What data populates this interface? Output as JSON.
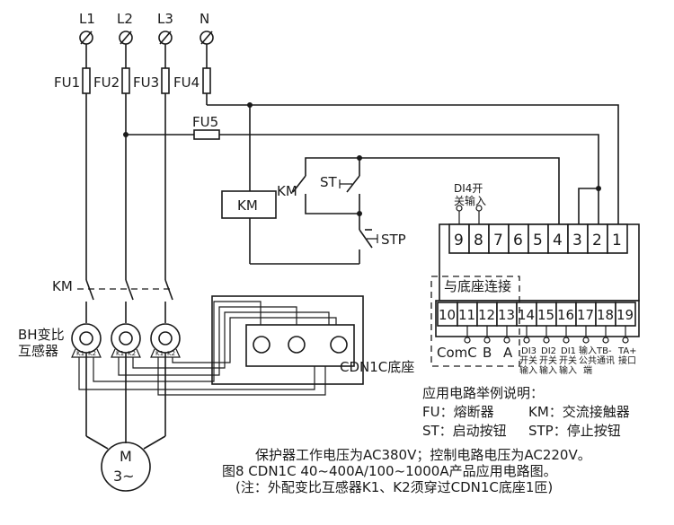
{
  "phases": [
    "L1",
    "L2",
    "L3",
    "N"
  ],
  "fuses": [
    "FU1",
    "FU2",
    "FU3",
    "FU4",
    "FU5"
  ],
  "contactor_box": "KM",
  "contactor_contact": "KM",
  "main_contact": "KM",
  "start_button": "ST",
  "stop_button": "STP",
  "ct_label": [
    "BH变比",
    "互感器"
  ],
  "ct_terminals": [
    "K1",
    "K2"
  ],
  "motor": {
    "letter": "M",
    "phase": "3~"
  },
  "base_label": "CDN1C底座",
  "di4_label": [
    "DI4开",
    "关输入"
  ],
  "top_terminals": [
    "9",
    "8",
    "7",
    "6",
    "5",
    "4",
    "3",
    "2",
    "1"
  ],
  "connect_label": "与底座连接",
  "bottom_terminals": [
    "10",
    "11",
    "12",
    "13",
    "14",
    "15",
    "16",
    "17",
    "18",
    "19"
  ],
  "bottom_labels": {
    "com": "ComC",
    "b": "B",
    "a": "A",
    "di3": [
      "DI3",
      "开关",
      "输入"
    ],
    "di2": [
      "DI2",
      "开关",
      "输入"
    ],
    "di1": [
      "DI1",
      "开关",
      "输入"
    ],
    "common": [
      "输入",
      "公共",
      "端"
    ],
    "tb": [
      "TB-",
      "通讯"
    ],
    "ta": [
      "TA+",
      "接口"
    ]
  },
  "legend": {
    "title": "应用电路举例说明：",
    "fu": "FU：熔断器",
    "km": "KM：交流接触器",
    "st": "ST：启动按钮",
    "stp": "STP：停止按钮"
  },
  "notes": [
    "保护器工作电压为AC380V；控制电路电压为AC220V。",
    "图8 CDN1C 40~400A/100~1000A产品应用电路图。",
    "(注：外配变比互感器K1、K2须穿过CDN1C底座1匝)"
  ]
}
